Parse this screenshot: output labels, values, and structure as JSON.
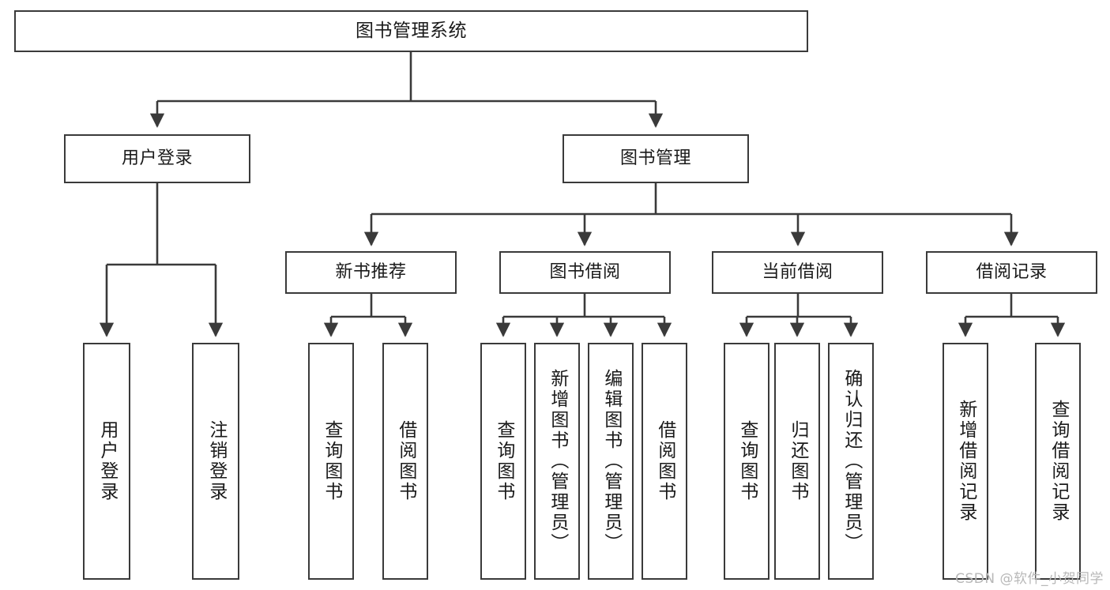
{
  "diagram": {
    "title": "图书管理系统",
    "type": "hierarchy-tree",
    "root": {
      "id": "root",
      "label": "图书管理系统"
    },
    "level2": [
      {
        "id": "user-login",
        "label": "用户登录"
      },
      {
        "id": "book-management",
        "label": "图书管理"
      }
    ],
    "level3": [
      {
        "id": "new-book-recommend",
        "label": "新书推荐"
      },
      {
        "id": "book-borrow",
        "label": "图书借阅"
      },
      {
        "id": "current-borrow",
        "label": "当前借阅"
      },
      {
        "id": "borrow-record",
        "label": "借阅记录"
      }
    ],
    "leaves": {
      "user_login": [
        {
          "id": "leaf-user-login",
          "label": "用户登录"
        },
        {
          "id": "leaf-logout-login",
          "label": "注销登录"
        }
      ],
      "new_book_recommend": [
        {
          "id": "leaf-query-book-1",
          "label": "查询图书"
        },
        {
          "id": "leaf-borrow-book-1",
          "label": "借阅图书"
        }
      ],
      "book_borrow": [
        {
          "id": "leaf-query-book-2",
          "label": "查询图书"
        },
        {
          "id": "leaf-add-book",
          "label": "新增图书（管理员）"
        },
        {
          "id": "leaf-edit-book",
          "label": "编辑图书（管理员）"
        },
        {
          "id": "leaf-borrow-book-2",
          "label": "借阅图书"
        }
      ],
      "current_borrow": [
        {
          "id": "leaf-query-book-3",
          "label": "查询图书"
        },
        {
          "id": "leaf-return-book",
          "label": "归还图书"
        },
        {
          "id": "leaf-confirm-return",
          "label": "确认归还（管理员）"
        }
      ],
      "borrow_record": [
        {
          "id": "leaf-add-record",
          "label": "新增借阅记录"
        },
        {
          "id": "leaf-query-record",
          "label": "查询借阅记录"
        }
      ]
    },
    "colors": {
      "stroke": "#3a3a3a",
      "fill": "#ffffff",
      "text": "#1a1a1a",
      "watermark": "#b8b8b8"
    }
  },
  "watermark": {
    "text": "CSDN @软件_小贺同学"
  }
}
